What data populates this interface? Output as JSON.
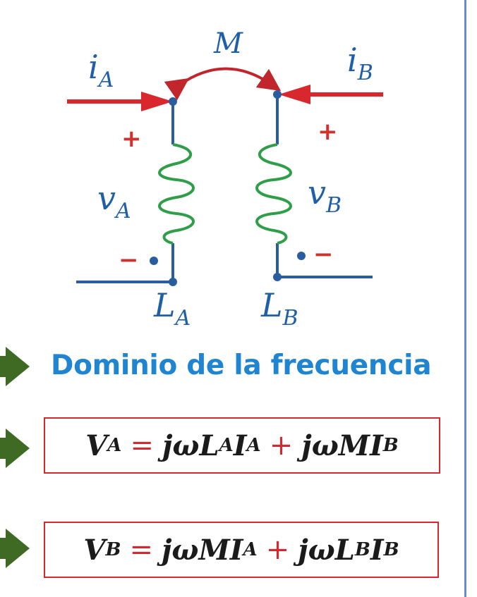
{
  "circuit": {
    "mutual": "M",
    "current_a": {
      "base": "i",
      "sub": "A"
    },
    "current_b": {
      "base": "i",
      "sub": "B"
    },
    "voltage_a": {
      "base": "v",
      "sub": "A"
    },
    "voltage_b": {
      "base": "v",
      "sub": "B"
    },
    "inductor_a": {
      "base": "L",
      "sub": "A"
    },
    "inductor_b": {
      "base": "L",
      "sub": "B"
    },
    "plus": "+",
    "minus": "−"
  },
  "heading": "Dominio de la frecuencia",
  "equations": [
    {
      "lhs_base": "V",
      "lhs_sub": "A",
      "eq": "=",
      "t1": "jωL",
      "t1_sub": "A",
      "t1b": "I",
      "t1b_sub": "A",
      "op": "+",
      "t2": "jωMI",
      "t2_sub": "B"
    },
    {
      "lhs_base": "V",
      "lhs_sub": "B",
      "eq": "=",
      "t1": "jωMI",
      "t1_sub": "A",
      "op": "+",
      "t2": "jωL",
      "t2_sub": "B",
      "t2b": "I",
      "t2b_sub": "B"
    }
  ],
  "colors": {
    "wire": "#2a5d9f",
    "coil": "#2f9e49",
    "arrow": "#d9272e",
    "mutual_arrow": "#c0262c",
    "bullet": "#3f6a23"
  }
}
